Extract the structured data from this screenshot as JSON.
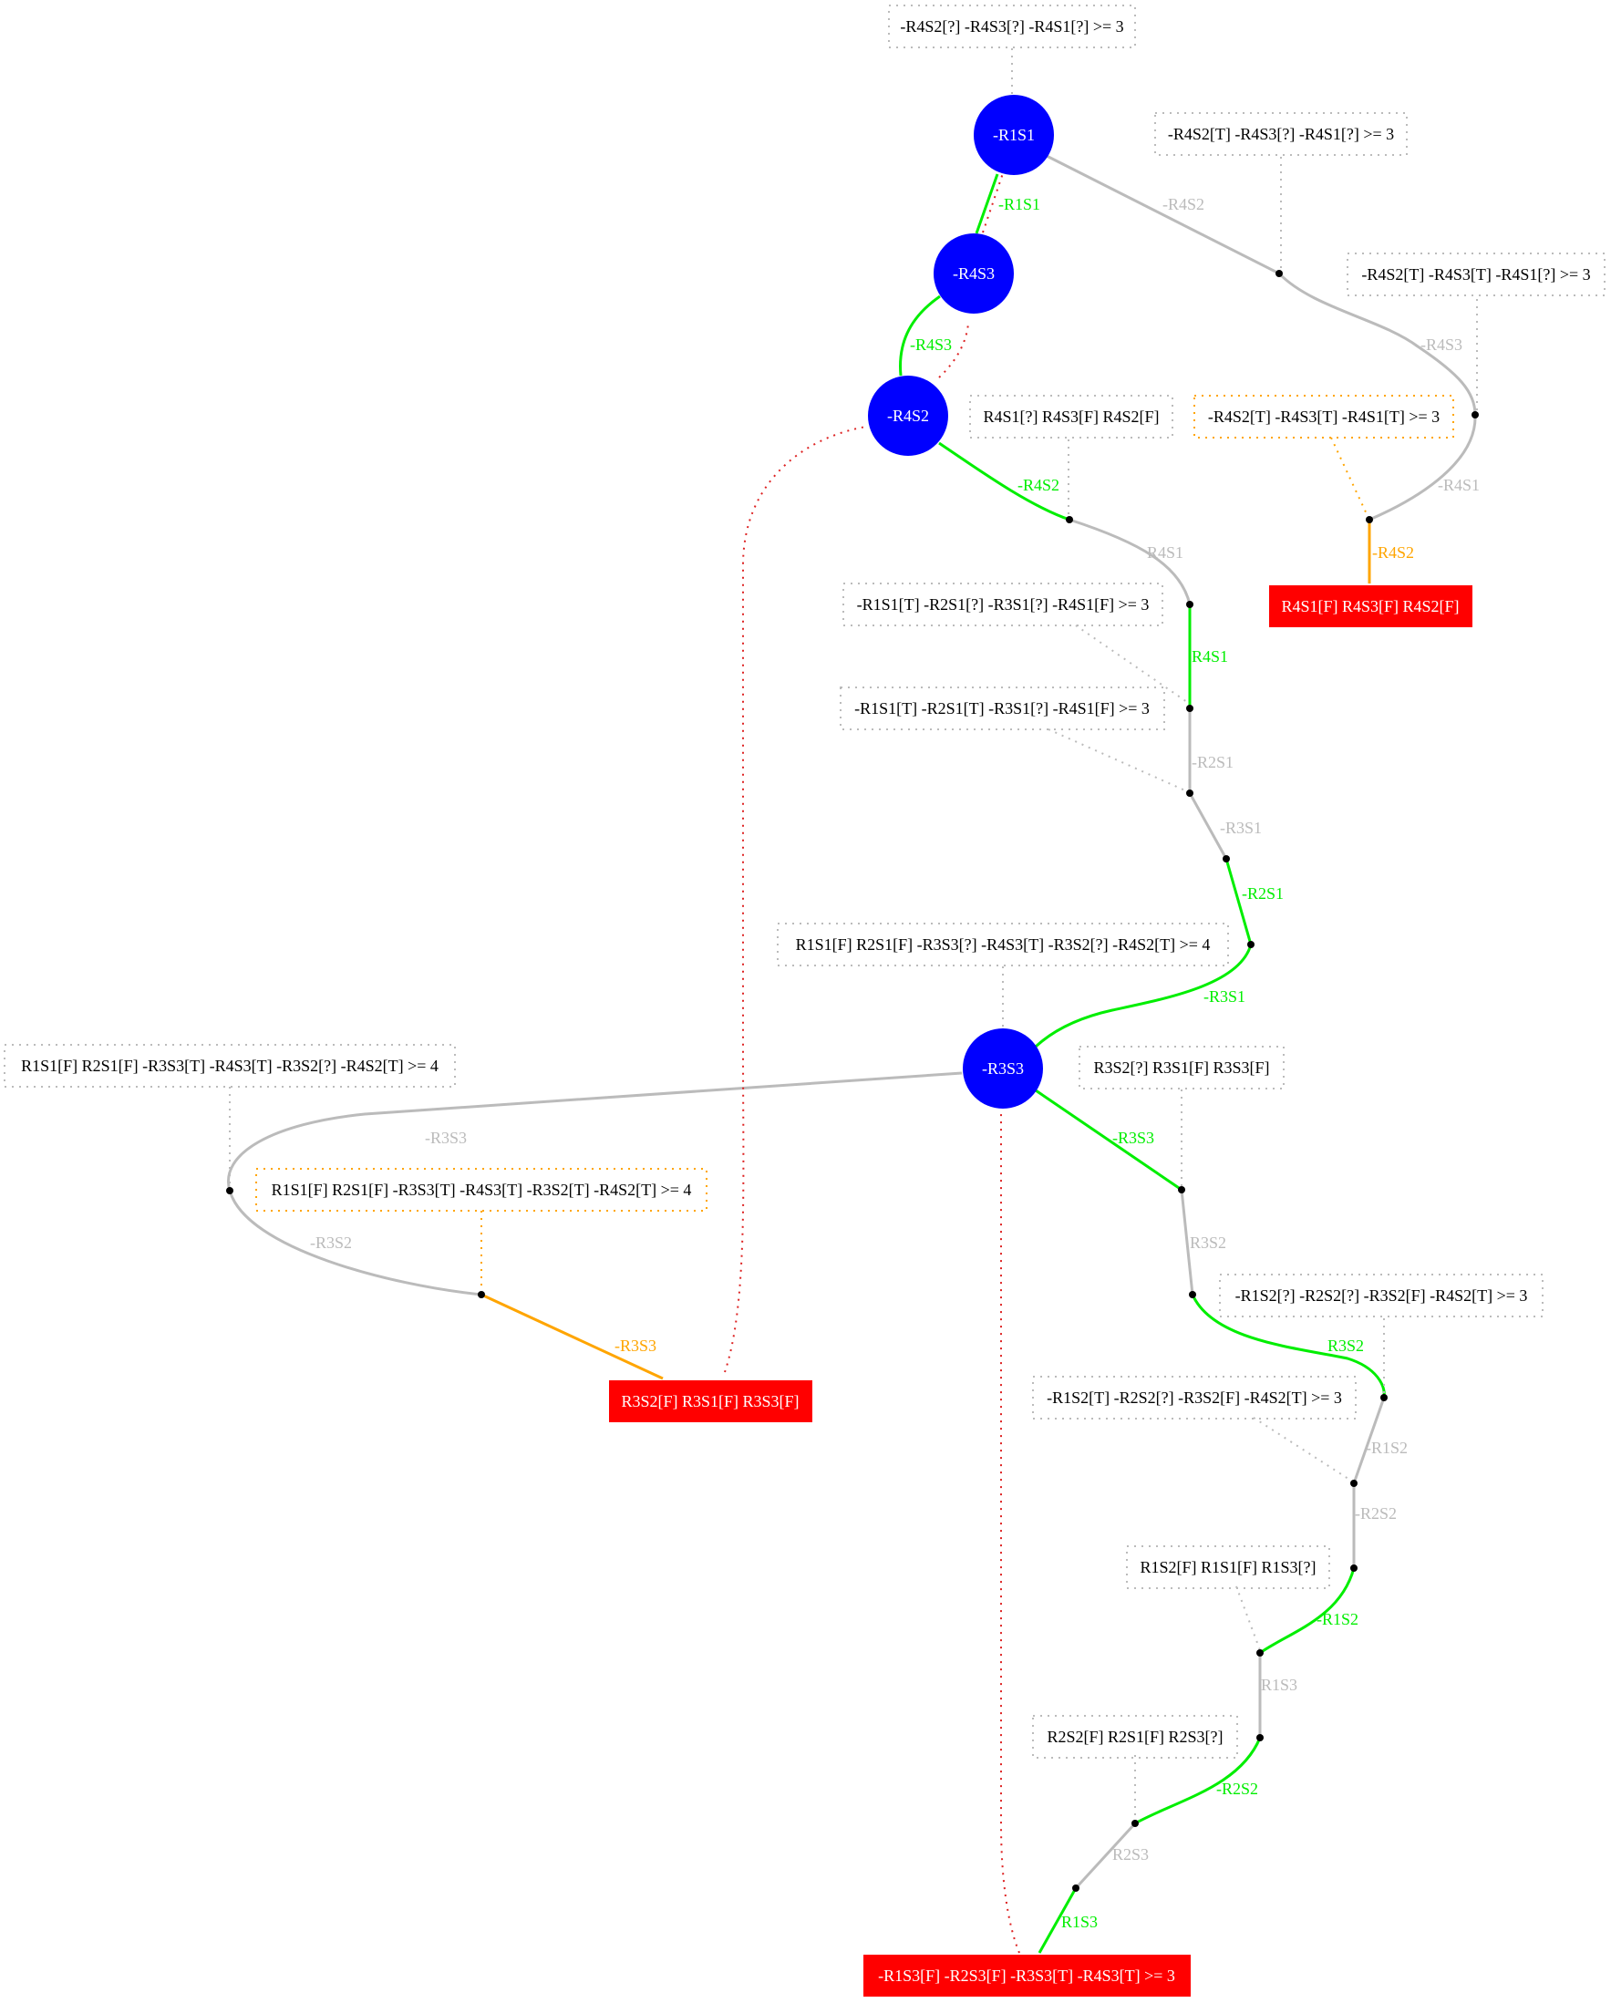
{
  "colors": {
    "decision_node": "#0000ff",
    "conflict_node": "#ff0000",
    "decision_edge": "#00ee00",
    "implied_edge": "#bbbbbb",
    "conflict_edge": "#ffa500",
    "backtrack_edge": "#dd2222",
    "constraint_box": "#bbbbbb",
    "conflict_box": "#ffa500"
  },
  "decision_nodes": [
    {
      "id": "n_r1s1",
      "label": "-R1S1"
    },
    {
      "id": "n_r4s3",
      "label": "-R4S3"
    },
    {
      "id": "n_r4s2",
      "label": "-R4S2"
    },
    {
      "id": "n_r3s3",
      "label": "-R3S3"
    }
  ],
  "conflict_nodes": [
    {
      "id": "c1",
      "label": "R4S1[F] R4S3[F] R4S2[F]"
    },
    {
      "id": "c2",
      "label": "R3S2[F] R3S1[F] R3S3[F]"
    },
    {
      "id": "c3",
      "label": "-R1S3[F] -R2S3[F] -R3S3[T] -R4S3[T] >= 3"
    }
  ],
  "constraint_boxes": [
    {
      "id": "k1",
      "label": "-R4S2[?] -R4S3[?] -R4S1[?] >= 3",
      "style": "gray"
    },
    {
      "id": "k2",
      "label": "-R4S2[T] -R4S3[?] -R4S1[?] >= 3",
      "style": "gray"
    },
    {
      "id": "k3",
      "label": "-R4S2[T] -R4S3[T] -R4S1[?] >= 3",
      "style": "gray"
    },
    {
      "id": "k4",
      "label": "-R4S2[T] -R4S3[T] -R4S1[T] >= 3",
      "style": "orange"
    },
    {
      "id": "k5",
      "label": "R4S1[?] R4S3[F] R4S2[F]",
      "style": "gray"
    },
    {
      "id": "k6",
      "label": "-R1S1[T] -R2S1[?] -R3S1[?] -R4S1[F] >= 3",
      "style": "gray"
    },
    {
      "id": "k7",
      "label": "-R1S1[T] -R2S1[T] -R3S1[?] -R4S1[F] >= 3",
      "style": "gray"
    },
    {
      "id": "k8",
      "label": "R1S1[F] R2S1[F] -R3S3[?] -R4S3[T] -R3S2[?] -R4S2[T] >= 4",
      "style": "gray"
    },
    {
      "id": "k9",
      "label": "R1S1[F] R2S1[F] -R3S3[T] -R4S3[T] -R3S2[?] -R4S2[T] >= 4",
      "style": "gray"
    },
    {
      "id": "k10",
      "label": "R1S1[F] R2S1[F] -R3S3[T] -R4S3[T] -R3S2[T] -R4S2[T] >= 4",
      "style": "orange"
    },
    {
      "id": "k11",
      "label": "R3S2[?] R3S1[F] R3S3[F]",
      "style": "gray"
    },
    {
      "id": "k12",
      "label": "-R1S2[?] -R2S2[?] -R3S2[F] -R4S2[T] >= 3",
      "style": "gray"
    },
    {
      "id": "k13",
      "label": "-R1S2[T] -R2S2[?] -R3S2[F] -R4S2[T] >= 3",
      "style": "gray"
    },
    {
      "id": "k14",
      "label": "R1S2[F] R1S1[F] R1S3[?]",
      "style": "gray"
    },
    {
      "id": "k15",
      "label": "R2S2[F] R2S1[F] R2S3[?]",
      "style": "gray"
    }
  ],
  "edge_labels": [
    {
      "id": "e1",
      "label": "-R1S1",
      "kind": "decision"
    },
    {
      "id": "e2",
      "label": "-R4S3",
      "kind": "decision"
    },
    {
      "id": "e3",
      "label": "-R4S2",
      "kind": "implied"
    },
    {
      "id": "e4",
      "label": "-R4S3",
      "kind": "implied"
    },
    {
      "id": "e5",
      "label": "-R4S1",
      "kind": "implied"
    },
    {
      "id": "e6",
      "label": "-R4S2",
      "kind": "conflict"
    },
    {
      "id": "e7",
      "label": "-R4S2",
      "kind": "decision"
    },
    {
      "id": "e8",
      "label": "R4S1",
      "kind": "implied"
    },
    {
      "id": "e9",
      "label": "R4S1",
      "kind": "decision"
    },
    {
      "id": "e10",
      "label": "-R2S1",
      "kind": "implied"
    },
    {
      "id": "e11",
      "label": "-R3S1",
      "kind": "implied"
    },
    {
      "id": "e12",
      "label": "-R2S1",
      "kind": "decision"
    },
    {
      "id": "e13",
      "label": "-R3S1",
      "kind": "decision"
    },
    {
      "id": "e14",
      "label": "-R3S3",
      "kind": "implied"
    },
    {
      "id": "e15",
      "label": "-R3S2",
      "kind": "implied"
    },
    {
      "id": "e16",
      "label": "-R3S3",
      "kind": "conflict"
    },
    {
      "id": "e17",
      "label": "-R3S3",
      "kind": "decision"
    },
    {
      "id": "e18",
      "label": "R3S2",
      "kind": "implied"
    },
    {
      "id": "e19",
      "label": "R3S2",
      "kind": "decision"
    },
    {
      "id": "e20",
      "label": "-R1S2",
      "kind": "implied"
    },
    {
      "id": "e21",
      "label": "-R2S2",
      "kind": "implied"
    },
    {
      "id": "e22",
      "label": "-R1S2",
      "kind": "decision"
    },
    {
      "id": "e23",
      "label": "R1S3",
      "kind": "implied"
    },
    {
      "id": "e24",
      "label": "-R2S2",
      "kind": "decision"
    },
    {
      "id": "e25",
      "label": "R2S3",
      "kind": "implied"
    },
    {
      "id": "e26",
      "label": "R1S3",
      "kind": "decision"
    }
  ]
}
